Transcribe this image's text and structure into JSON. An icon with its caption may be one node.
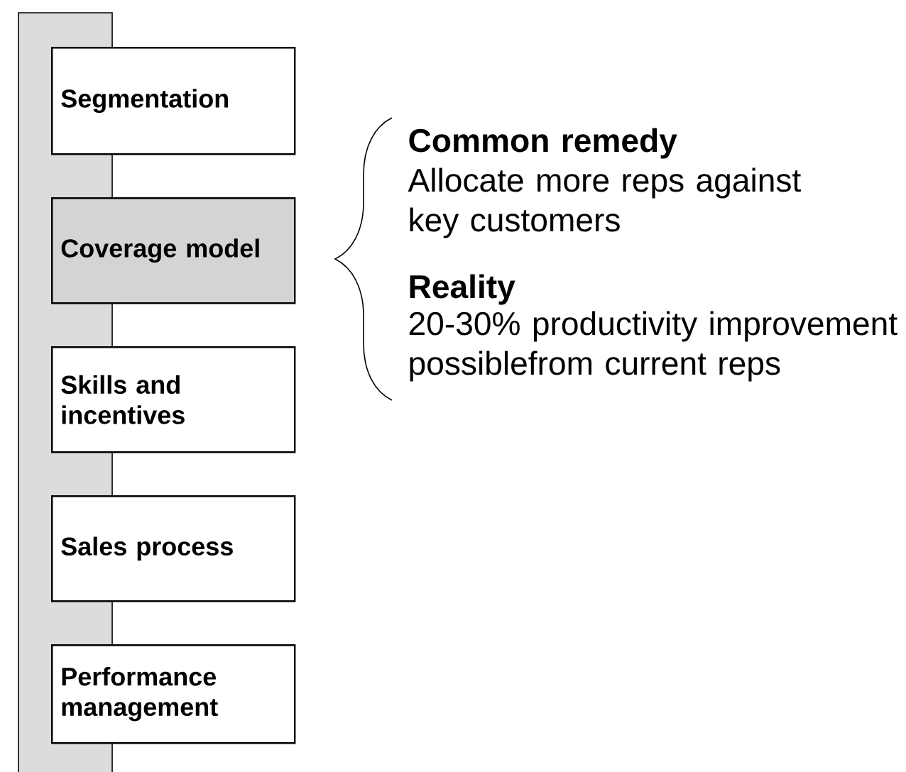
{
  "diagram": {
    "nodes": [
      {
        "text": [],
        "shape": "bar"
      },
      {
        "text": [
          "Segmentation"
        ]
      },
      {
        "text": [
          "Coverage model"
        ]
      },
      {
        "text": [
          "Skills and incentives"
        ]
      },
      {
        "text": [
          "Sales process"
        ]
      },
      {
        "text": [
          "Performance management"
        ]
      }
    ],
    "labels": [
      "Common remedy",
      "Allocate more reps against key customers",
      "Reality",
      "20-30% productivity improvement possiblefrom current reps"
    ]
  }
}
